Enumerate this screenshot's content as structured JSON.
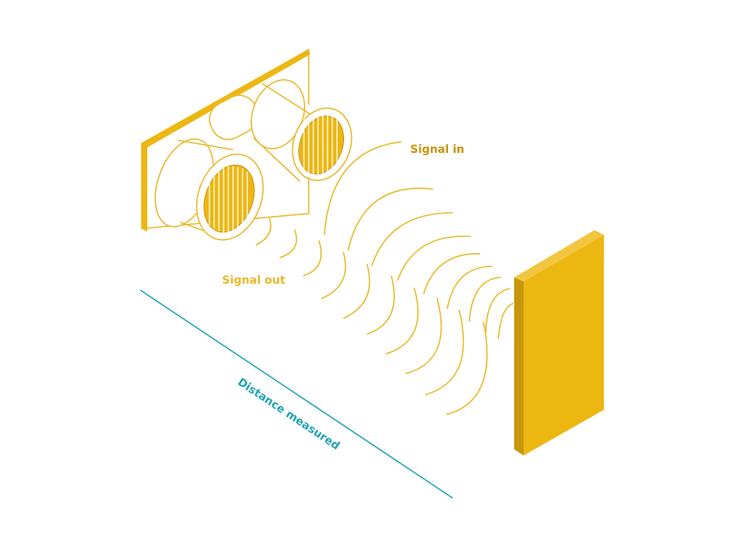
{
  "labels": {
    "signal_in": "Signal in",
    "signal_out": "Signal out",
    "distance": "Distance measured"
  },
  "colors": {
    "yellow": "#EDB712",
    "yellow_dark": "#C7960A",
    "yellow_line": "#E9B92C",
    "yellow_pale": "#FBF1CF",
    "teal": "#1FA3B8"
  },
  "icons": {
    "sensor": "ultrasonic-sensor-icon",
    "target": "target-wall-icon"
  }
}
